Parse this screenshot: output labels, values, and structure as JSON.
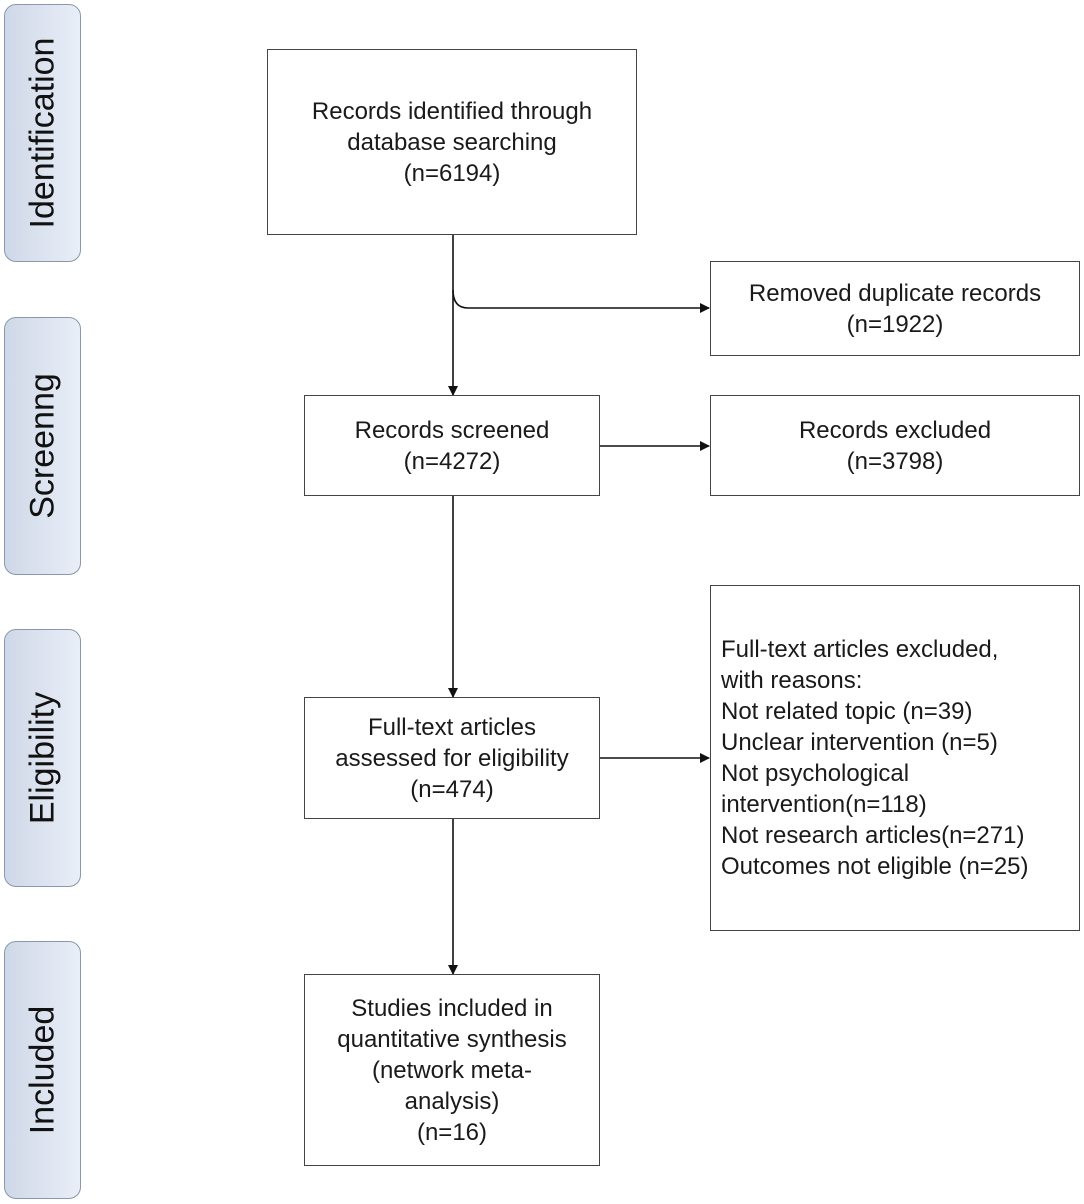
{
  "stages": [
    "Identification",
    "Screenng",
    "Eligibility",
    "Included"
  ],
  "identified": [
    "Records identified through",
    "database searching",
    "(n=6194)"
  ],
  "duplicates": [
    "Removed duplicate records",
    "(n=1922)"
  ],
  "screened": [
    "Records screened",
    "(n=4272)"
  ],
  "excluded": [
    "Records excluded",
    "(n=3798)"
  ],
  "fulltext": [
    "Full-text articles",
    "assessed for eligibility",
    "(n=474)"
  ],
  "fulltext_excluded": [
    "Full-text articles excluded,",
    "with reasons:",
    "Not related topic (n=39)",
    "Unclear intervention (n=5)",
    "Not psychological",
    "intervention(n=118)",
    "Not research articles(n=271)",
    "Outcomes not eligible (n=25)"
  ],
  "included": [
    "Studies included in",
    "quantitative synthesis",
    "(network meta-",
    "analysis)",
    "(n=16)"
  ]
}
